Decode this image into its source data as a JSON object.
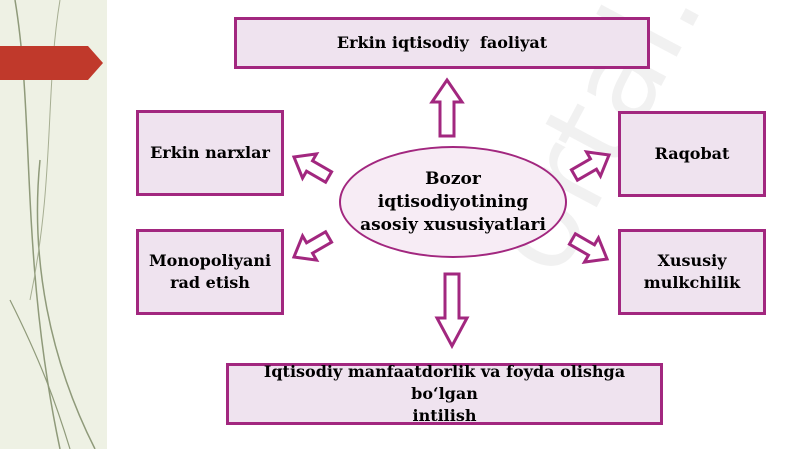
{
  "diagram": {
    "center": {
      "lines": [
        "Bozor",
        "iqtisodiyotining",
        "asosiy xususiyatlari"
      ]
    },
    "top_box": "Erkin iqtisodiy  faoliyat",
    "left_top_box": "Erkin narxlar",
    "left_bottom_box": [
      "Monopoliyani",
      "rad etish"
    ],
    "right_top_box": "Raqobat",
    "right_bottom_box": [
      "Xususiy",
      "mulkchilik"
    ],
    "bottom_box": [
      "Iqtisodiy manfaatdorlik va foyda olishga bo‘lgan",
      "intilish"
    ]
  },
  "colors": {
    "border": "#a2277f",
    "box_fill": "#efe3ef",
    "accent_tab": "#c0392b",
    "sidebar": "#eef1e4"
  }
}
